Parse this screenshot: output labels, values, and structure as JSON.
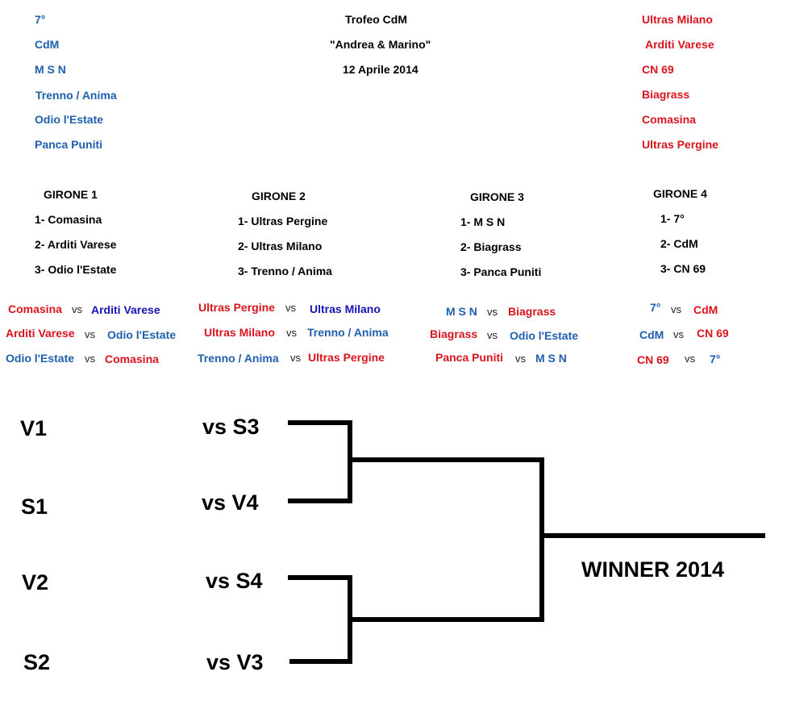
{
  "header": {
    "title": "Trofeo CdM",
    "subtitle": "\"Andrea & Marino\"",
    "date": "12 Aprile 2014"
  },
  "teams_left": [
    "7°",
    "CdM",
    "M S N",
    "Trenno / Anima",
    "Odio l'Estate",
    "Panca Puniti"
  ],
  "teams_right": [
    "Ultras Milano",
    "Arditi Varese",
    "CN 69",
    "Biagrass",
    "Comasina",
    "Ultras Pergine"
  ],
  "groups": [
    {
      "name": "GIRONE 1",
      "teams": [
        "1- Comasina",
        "2- Arditi Varese",
        "3- Odio l'Estate"
      ]
    },
    {
      "name": "GIRONE 2",
      "teams": [
        "1- Ultras Pergine",
        "2- Ultras Milano",
        "3- Trenno / Anima"
      ]
    },
    {
      "name": "GIRONE 3",
      "teams": [
        "1- M S N",
        "2- Biagrass",
        "3- Panca Puniti"
      ]
    },
    {
      "name": "GIRONE 4",
      "teams": [
        "1- 7°",
        "2- CdM",
        "3- CN 69"
      ]
    }
  ],
  "vs_label": "vs",
  "matches": [
    [
      {
        "home": "Comasina",
        "away": "Arditi Varese"
      },
      {
        "home": "Arditi Varese",
        "away": "Odio l'Estate"
      },
      {
        "home": "Odio l'Estate",
        "away": "Comasina"
      }
    ],
    [
      {
        "home": "Ultras Pergine",
        "away": "Ultras Milano"
      },
      {
        "home": "Ultras Milano",
        "away": "Trenno / Anima"
      },
      {
        "home": "Trenno / Anima",
        "away": "Ultras Pergine"
      }
    ],
    [
      {
        "home": "M S N",
        "away": "Biagrass"
      },
      {
        "home": "Biagrass",
        "away": "Odio l'Estate"
      },
      {
        "home": "Panca Puniti",
        "away": "M S N"
      }
    ],
    [
      {
        "home": "7°",
        "away": "CdM"
      },
      {
        "home": "CdM",
        "away": "CN 69"
      },
      {
        "home": "CN 69",
        "away": "7°"
      }
    ]
  ],
  "bracket": {
    "seeds": [
      "V1",
      "S1",
      "V2",
      "S2"
    ],
    "opponents": [
      "vs S3",
      "vs V4",
      "vs S4",
      "vs V3"
    ],
    "winner": "WINNER 2014"
  },
  "colors": {
    "blue": "#1f5fae",
    "red": "#d8141e",
    "navy": "#1414b4",
    "line": "#000000"
  }
}
